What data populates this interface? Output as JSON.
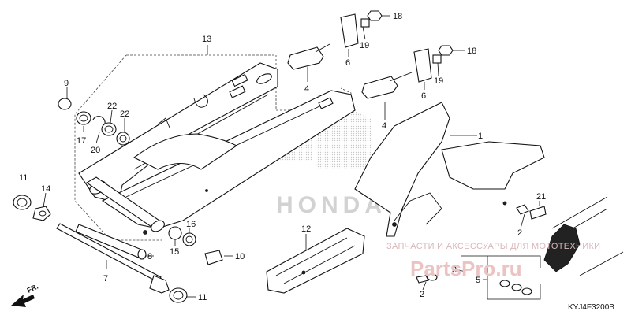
{
  "callouts": {
    "c1": "1",
    "c2a": "2",
    "c2b": "2",
    "c3": "3",
    "c4a": "4",
    "c4b": "4",
    "c5": "5",
    "c6a": "6",
    "c6b": "6",
    "c7": "7",
    "c8": "8",
    "c9": "9",
    "c10": "10",
    "c11a": "11",
    "c11b": "11",
    "c12": "12",
    "c13": "13",
    "c14": "14",
    "c15": "15",
    "c16": "16",
    "c17": "17",
    "c18a": "18",
    "c18b": "18",
    "c19a": "19",
    "c19b": "19",
    "c20": "20",
    "c21": "21",
    "c22a": "22",
    "c22b": "22"
  },
  "direction_label": "FR.",
  "diagram_code": "KYJ4F3200B",
  "watermark": {
    "shop_text": "ЗАПЧАСТИ И АКСЕССУАРЫ ДЛЯ МОТОТЕХНИКИ",
    "site_text": "PartsPro.ru",
    "brand_text": "HONDA"
  },
  "colors": {
    "line": "#111111",
    "watermark": "#d9b8b8",
    "halftone": "#cccccc"
  }
}
